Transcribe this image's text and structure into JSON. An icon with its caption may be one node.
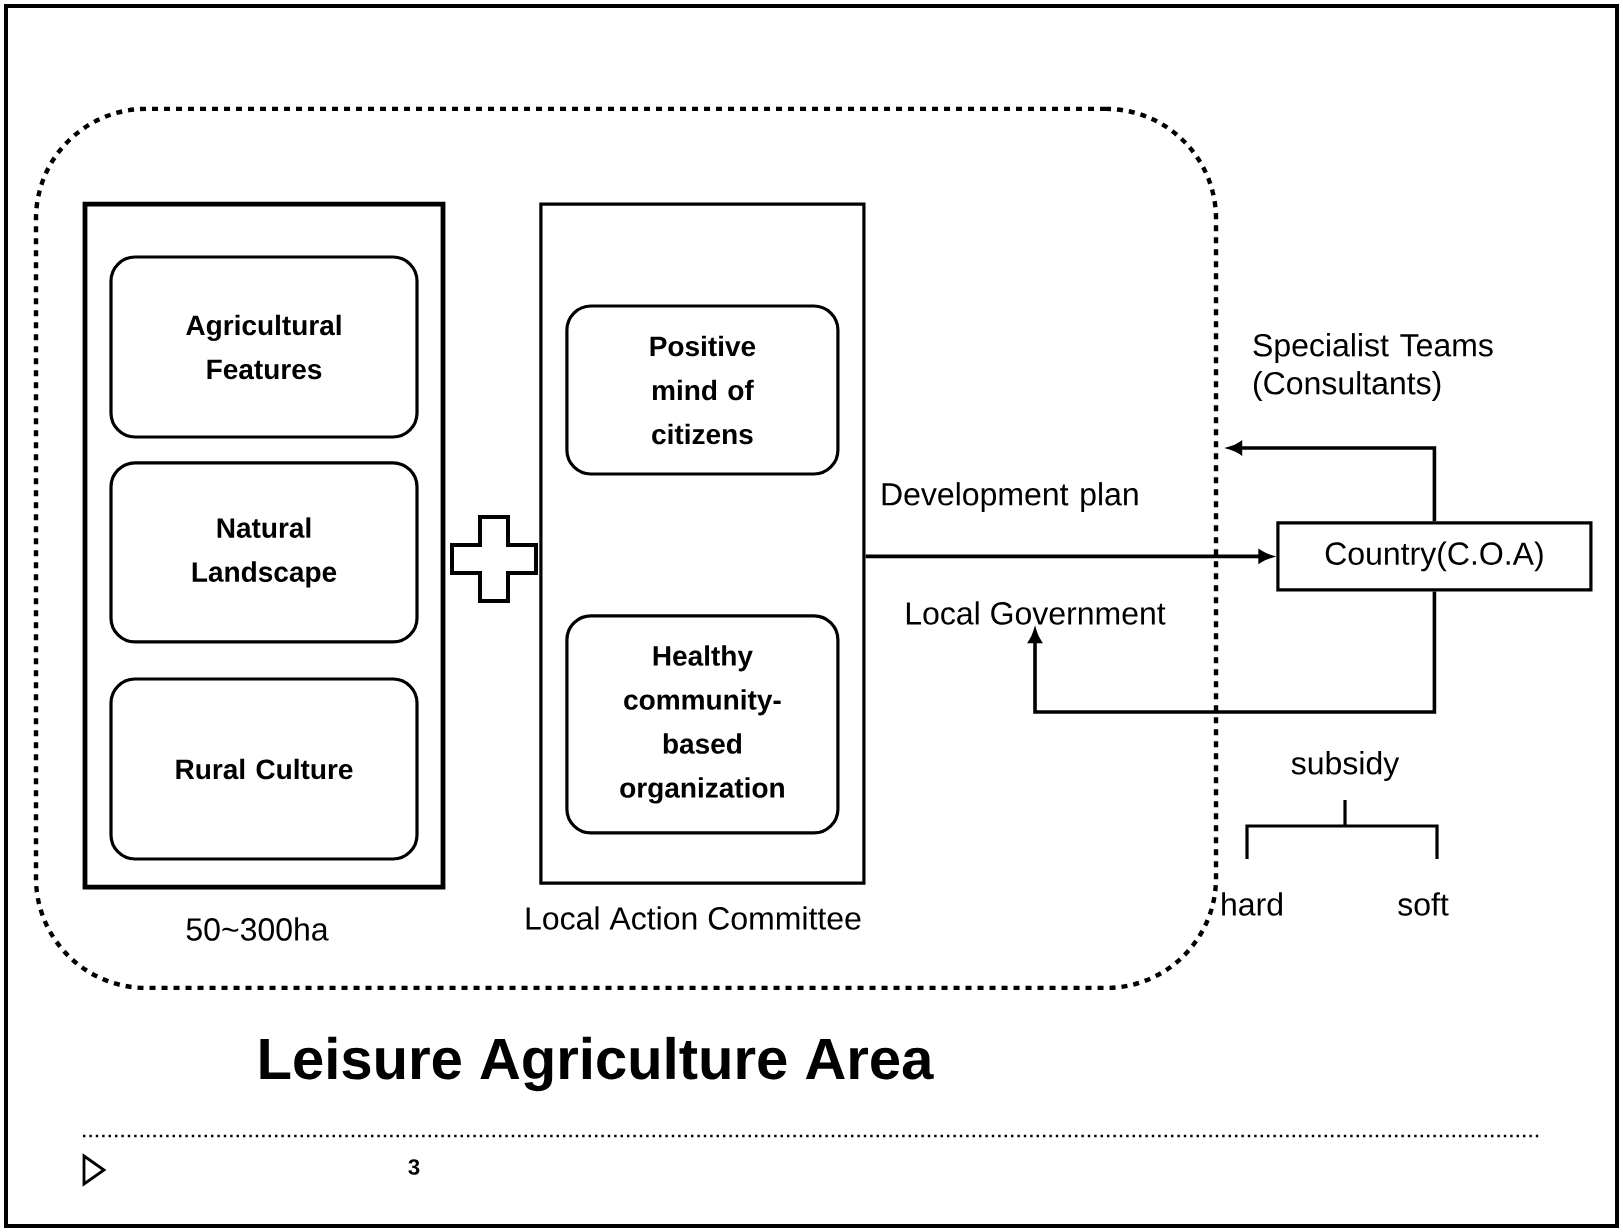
{
  "diagram": {
    "nodes": [
      {
        "text": [
          "Leisure Agriculture Area"
        ]
      },
      {
        "text": [],
        "shape": "box",
        "beside": [
          "50~300ha"
        ],
        "in": 0
      },
      {
        "text": [
          "Agricultural Features"
        ],
        "in": 1
      },
      {
        "text": [
          "Natural Landscape"
        ],
        "in": 1
      },
      {
        "text": [
          "Rural Culture"
        ],
        "in": 1
      },
      {
        "text": [],
        "shape": "box",
        "beside": [
          "Local Action Committee"
        ],
        "in": 0
      },
      {
        "text": [
          "Positive mind of citizens"
        ],
        "in": 5
      },
      {
        "text": [
          "Healthy community-based organization"
        ],
        "in": 5
      },
      {
        "text": [
          "Local Government"
        ],
        "in": 0
      },
      {
        "text": [
          "Country(C.O.A)"
        ]
      },
      {
        "text": [],
        "shape": "cross",
        "in": 0
      }
    ],
    "edges": [
      {
        "from": 5,
        "to": 9,
        "arrow": "to",
        "label": "Development plan"
      },
      {
        "from": 9,
        "to": 0,
        "arrow": "to",
        "label": "Specialist Teams (Consultants)"
      },
      {
        "from": 9,
        "to": 8,
        "arrow": "to"
      }
    ],
    "labels": [
      "subsidy",
      "hard",
      "soft",
      "3"
    ]
  }
}
